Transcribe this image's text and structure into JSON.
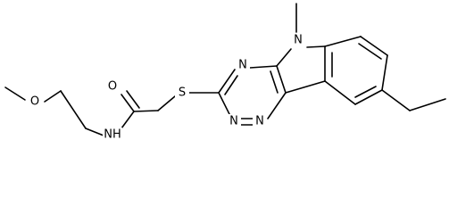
{
  "molecule": {
    "atoms": {
      "O_methoxy": "O",
      "N_amide": "NH",
      "O_carbonyl": "O",
      "S_thioether": "S",
      "N_ring_a": "N",
      "N_ring_b": "N",
      "N_ring_c": "N",
      "N_indole": "N"
    }
  }
}
